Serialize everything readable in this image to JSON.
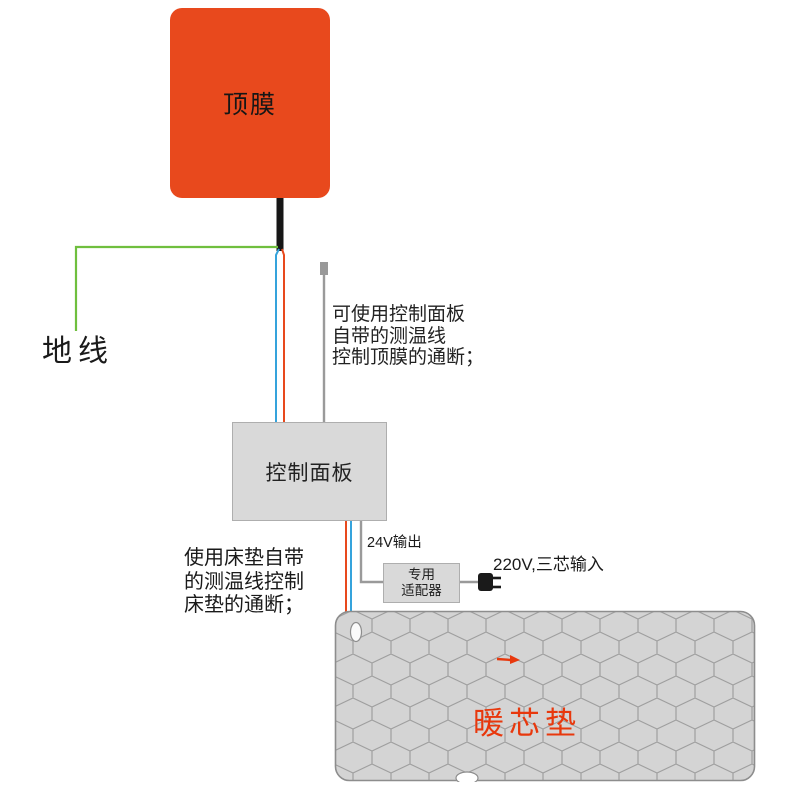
{
  "colors": {
    "orange": "#e8491d",
    "green": "#6fbf3e",
    "blue": "#35a3dc",
    "wire_gray": "#9a9a9a",
    "box_fill": "#d9d9d9",
    "box_border": "#aeaeae",
    "mattress_fill": "#d4d4d4",
    "hex_line": "#9f9f9f",
    "red": "#e8380d",
    "text": "#1a1a1a"
  },
  "labels": {
    "top_film": "顶膜",
    "ground_wire": "地线",
    "control_panel": "控制面板",
    "adapter": [
      "专用",
      "适配器"
    ],
    "output_24v": "24V输出",
    "input_220v": "220V,三芯输入",
    "mattress": "暖芯垫"
  },
  "annotations": {
    "top_note": [
      "可使用控制面板",
      "自带的测温线",
      "控制顶膜的通断；"
    ],
    "bottom_note": [
      "使用床垫自带",
      "的测温线控制",
      "床垫的通断；"
    ]
  }
}
